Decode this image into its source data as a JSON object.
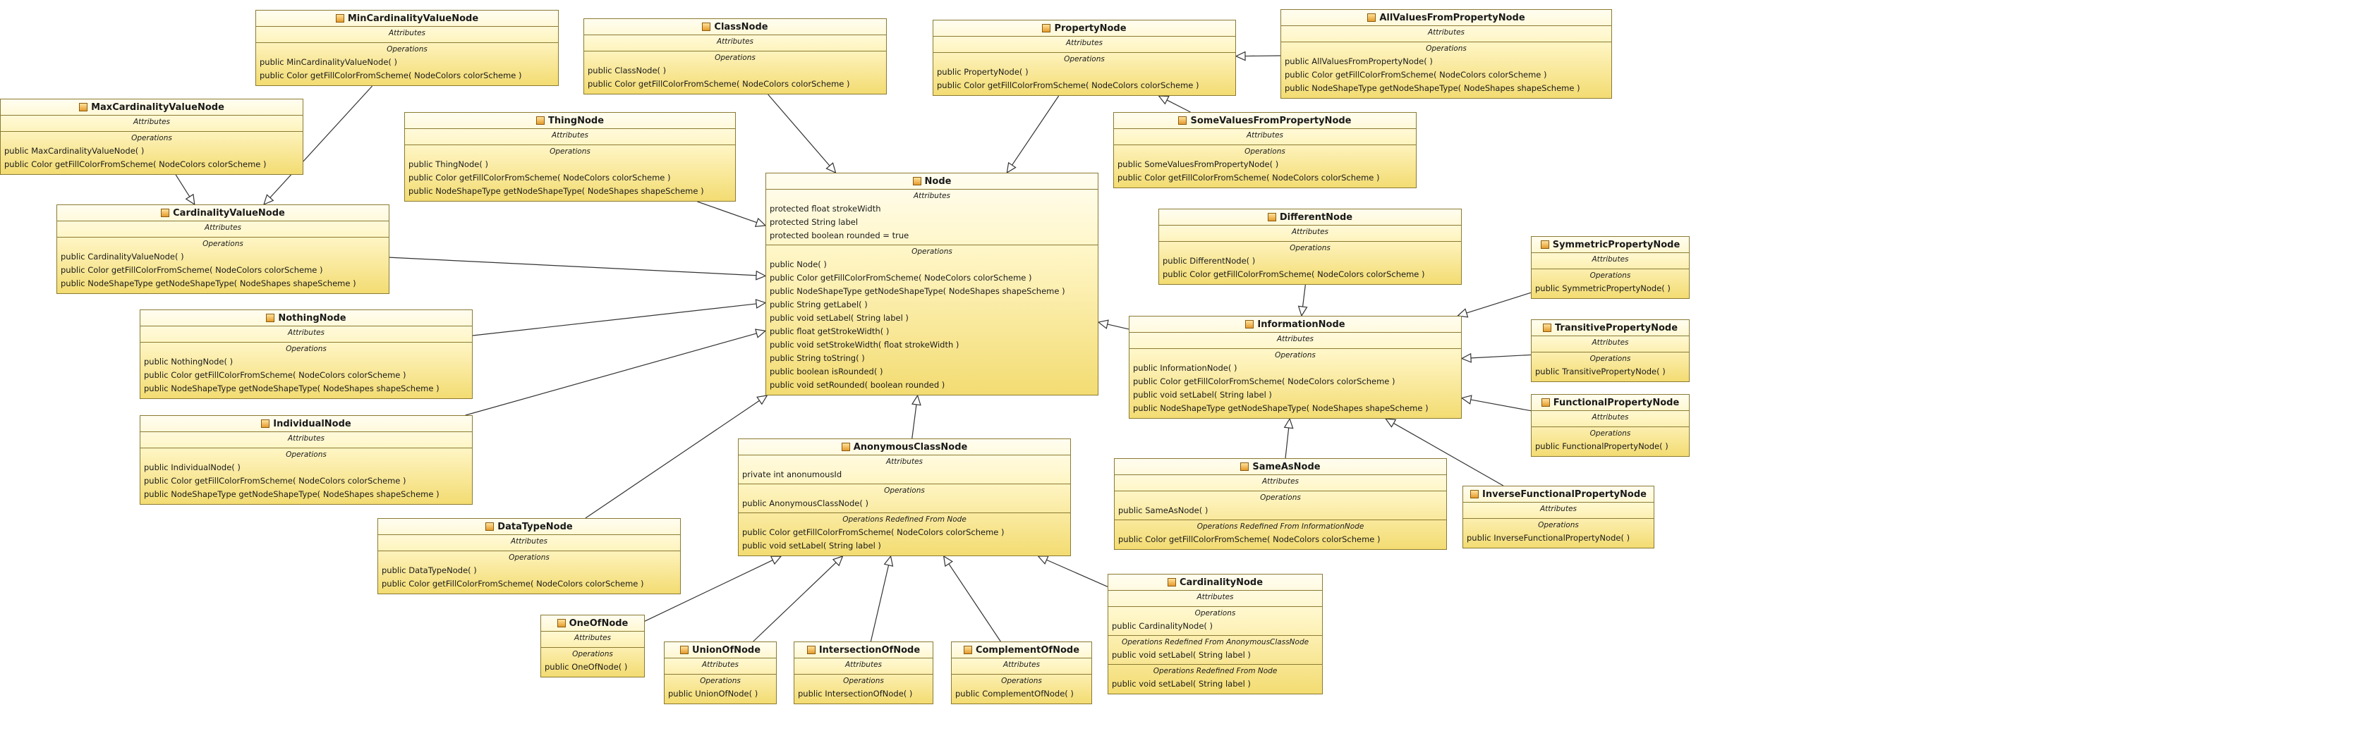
{
  "diagram": {
    "classes": [
      {
        "id": "MinCardinalityValueNode",
        "title": "MinCardinalityValueNode",
        "sections": [
          {
            "caption": "Attributes",
            "lines": []
          },
          {
            "caption": "Operations",
            "lines": [
              "public MinCardinalityValueNode(  )",
              "public Color  getFillColorFromScheme( NodeColors colorScheme )"
            ]
          }
        ]
      },
      {
        "id": "ClassNode",
        "title": "ClassNode",
        "sections": [
          {
            "caption": "Attributes",
            "lines": []
          },
          {
            "caption": "Operations",
            "lines": [
              "public ClassNode(  )",
              "public Color  getFillColorFromScheme( NodeColors colorScheme )"
            ]
          }
        ]
      },
      {
        "id": "PropertyNode",
        "title": "PropertyNode",
        "sections": [
          {
            "caption": "Attributes",
            "lines": []
          },
          {
            "caption": "Operations",
            "lines": [
              "public PropertyNode(  )",
              "public Color  getFillColorFromScheme( NodeColors colorScheme )"
            ]
          }
        ]
      },
      {
        "id": "AllValuesFromPropertyNode",
        "title": "AllValuesFromPropertyNode",
        "sections": [
          {
            "caption": "Attributes",
            "lines": []
          },
          {
            "caption": "Operations",
            "lines": [
              "public AllValuesFromPropertyNode(  )",
              "public Color  getFillColorFromScheme( NodeColors colorScheme )",
              "public NodeShapeType  getNodeShapeType( NodeShapes shapeScheme )"
            ]
          }
        ]
      },
      {
        "id": "MaxCardinalityValueNode",
        "title": "MaxCardinalityValueNode",
        "sections": [
          {
            "caption": "Attributes",
            "lines": []
          },
          {
            "caption": "Operations",
            "lines": [
              "public MaxCardinalityValueNode(  )",
              "public Color  getFillColorFromScheme( NodeColors colorScheme )"
            ]
          }
        ]
      },
      {
        "id": "ThingNode",
        "title": "ThingNode",
        "sections": [
          {
            "caption": "Attributes",
            "lines": []
          },
          {
            "caption": "Operations",
            "lines": [
              "public ThingNode(  )",
              "public Color  getFillColorFromScheme( NodeColors colorScheme )",
              "public NodeShapeType  getNodeShapeType( NodeShapes shapeScheme )"
            ]
          }
        ]
      },
      {
        "id": "SomeValuesFromPropertyNode",
        "title": "SomeValuesFromPropertyNode",
        "sections": [
          {
            "caption": "Attributes",
            "lines": []
          },
          {
            "caption": "Operations",
            "lines": [
              "public SomeValuesFromPropertyNode(  )",
              "public Color  getFillColorFromScheme( NodeColors colorScheme )"
            ]
          }
        ]
      },
      {
        "id": "Node",
        "title": "Node",
        "sections": [
          {
            "caption": "Attributes",
            "lines": [
              "protected float strokeWidth",
              "protected String label",
              "protected boolean rounded = true"
            ]
          },
          {
            "caption": "Operations",
            "lines": [
              "public Node(  )",
              "public Color  getFillColorFromScheme( NodeColors colorScheme )",
              "public NodeShapeType  getNodeShapeType( NodeShapes shapeScheme )",
              "public String  getLabel(  )",
              "public void  setLabel( String label )",
              "public float  getStrokeWidth(  )",
              "public void  setStrokeWidth( float strokeWidth )",
              "public String  toString(  )",
              "public boolean  isRounded(  )",
              "public void  setRounded( boolean rounded )"
            ]
          }
        ]
      },
      {
        "id": "CardinalityValueNode",
        "title": "CardinalityValueNode",
        "sections": [
          {
            "caption": "Attributes",
            "lines": []
          },
          {
            "caption": "Operations",
            "lines": [
              "public CardinalityValueNode(  )",
              "public Color  getFillColorFromScheme( NodeColors colorScheme )",
              "public NodeShapeType  getNodeShapeType( NodeShapes shapeScheme )"
            ]
          }
        ]
      },
      {
        "id": "DifferentNode",
        "title": "DifferentNode",
        "sections": [
          {
            "caption": "Attributes",
            "lines": []
          },
          {
            "caption": "Operations",
            "lines": [
              "public DifferentNode(  )",
              "public Color  getFillColorFromScheme( NodeColors colorScheme )"
            ]
          }
        ]
      },
      {
        "id": "SymmetricPropertyNode",
        "title": "SymmetricPropertyNode",
        "sections": [
          {
            "caption": "Attributes",
            "lines": []
          },
          {
            "caption": "Operations",
            "lines": [
              "public SymmetricPropertyNode(  )"
            ]
          }
        ]
      },
      {
        "id": "NothingNode",
        "title": "NothingNode",
        "sections": [
          {
            "caption": "Attributes",
            "lines": []
          },
          {
            "caption": "Operations",
            "lines": [
              "public NothingNode(  )",
              "public Color  getFillColorFromScheme( NodeColors colorScheme )",
              "public NodeShapeType  getNodeShapeType( NodeShapes shapeScheme )"
            ]
          }
        ]
      },
      {
        "id": "InformationNode",
        "title": "InformationNode",
        "sections": [
          {
            "caption": "Attributes",
            "lines": []
          },
          {
            "caption": "Operations",
            "lines": [
              "public InformationNode(  )",
              "public Color  getFillColorFromScheme( NodeColors colorScheme )",
              "public void  setLabel( String label )",
              "public NodeShapeType  getNodeShapeType( NodeShapes shapeScheme )"
            ]
          }
        ]
      },
      {
        "id": "TransitivePropertyNode",
        "title": "TransitivePropertyNode",
        "sections": [
          {
            "caption": "Attributes",
            "lines": []
          },
          {
            "caption": "Operations",
            "lines": [
              "public TransitivePropertyNode(  )"
            ]
          }
        ]
      },
      {
        "id": "FunctionalPropertyNode",
        "title": "FunctionalPropertyNode",
        "sections": [
          {
            "caption": "Attributes",
            "lines": []
          },
          {
            "caption": "Operations",
            "lines": [
              "public FunctionalPropertyNode(  )"
            ]
          }
        ]
      },
      {
        "id": "IndividualNode",
        "title": "IndividualNode",
        "sections": [
          {
            "caption": "Attributes",
            "lines": []
          },
          {
            "caption": "Operations",
            "lines": [
              "public IndividualNode(  )",
              "public Color  getFillColorFromScheme( NodeColors colorScheme )",
              "public NodeShapeType  getNodeShapeType( NodeShapes shapeScheme )"
            ]
          }
        ]
      },
      {
        "id": "AnonymousClassNode",
        "title": "AnonymousClassNode",
        "sections": [
          {
            "caption": "Attributes",
            "lines": [
              "private int anonumousId"
            ]
          },
          {
            "caption": "Operations",
            "lines": [
              "public AnonymousClassNode(  )"
            ]
          },
          {
            "caption": "Operations Redefined From Node",
            "lines": [
              "public Color  getFillColorFromScheme( NodeColors colorScheme )",
              "public void  setLabel( String label )"
            ]
          }
        ]
      },
      {
        "id": "SameAsNode",
        "title": "SameAsNode",
        "sections": [
          {
            "caption": "Attributes",
            "lines": []
          },
          {
            "caption": "Operations",
            "lines": [
              "public SameAsNode(  )"
            ]
          },
          {
            "caption": "Operations Redefined From InformationNode",
            "lines": [
              "public Color  getFillColorFromScheme( NodeColors colorScheme )"
            ]
          }
        ]
      },
      {
        "id": "InverseFunctionalPropertyNode",
        "title": "InverseFunctionalPropertyNode",
        "sections": [
          {
            "caption": "Attributes",
            "lines": []
          },
          {
            "caption": "Operations",
            "lines": [
              "public InverseFunctionalPropertyNode(  )"
            ]
          }
        ]
      },
      {
        "id": "DataTypeNode",
        "title": "DataTypeNode",
        "sections": [
          {
            "caption": "Attributes",
            "lines": []
          },
          {
            "caption": "Operations",
            "lines": [
              "public DataTypeNode(  )",
              "public Color  getFillColorFromScheme( NodeColors colorScheme )"
            ]
          }
        ]
      },
      {
        "id": "CardinalityNode",
        "title": "CardinalityNode",
        "sections": [
          {
            "caption": "Attributes",
            "lines": []
          },
          {
            "caption": "Operations",
            "lines": [
              "public CardinalityNode(  )"
            ]
          },
          {
            "caption": "Operations Redefined From AnonymousClassNode",
            "lines": [
              "public void  setLabel( String label )"
            ]
          },
          {
            "caption": "Operations Redefined From Node",
            "lines": [
              "public void  setLabel( String label )"
            ]
          }
        ]
      },
      {
        "id": "OneOfNode",
        "title": "OneOfNode",
        "sections": [
          {
            "caption": "Attributes",
            "lines": []
          },
          {
            "caption": "Operations",
            "lines": [
              "public OneOfNode(  )"
            ]
          }
        ]
      },
      {
        "id": "UnionOfNode",
        "title": "UnionOfNode",
        "sections": [
          {
            "caption": "Attributes",
            "lines": []
          },
          {
            "caption": "Operations",
            "lines": [
              "public UnionOfNode(  )"
            ]
          }
        ]
      },
      {
        "id": "IntersectionOfNode",
        "title": "IntersectionOfNode",
        "sections": [
          {
            "caption": "Attributes",
            "lines": []
          },
          {
            "caption": "Operations",
            "lines": [
              "public IntersectionOfNode(  )"
            ]
          }
        ]
      },
      {
        "id": "ComplementOfNode",
        "title": "ComplementOfNode",
        "sections": [
          {
            "caption": "Attributes",
            "lines": []
          },
          {
            "caption": "Operations",
            "lines": [
              "public ComplementOfNode(  )"
            ]
          }
        ]
      }
    ],
    "relations": [
      {
        "from": "MinCardinalityValueNode",
        "to": "CardinalityValueNode"
      },
      {
        "from": "MaxCardinalityValueNode",
        "to": "CardinalityValueNode"
      },
      {
        "from": "ClassNode",
        "to": "Node"
      },
      {
        "from": "PropertyNode",
        "to": "Node"
      },
      {
        "from": "AllValuesFromPropertyNode",
        "to": "PropertyNode"
      },
      {
        "from": "SomeValuesFromPropertyNode",
        "to": "PropertyNode"
      },
      {
        "from": "ThingNode",
        "to": "Node"
      },
      {
        "from": "CardinalityValueNode",
        "to": "Node"
      },
      {
        "from": "NothingNode",
        "to": "Node"
      },
      {
        "from": "IndividualNode",
        "to": "Node"
      },
      {
        "from": "DataTypeNode",
        "to": "Node"
      },
      {
        "from": "AnonymousClassNode",
        "to": "Node"
      },
      {
        "from": "InformationNode",
        "to": "Node"
      },
      {
        "from": "DifferentNode",
        "to": "InformationNode"
      },
      {
        "from": "SymmetricPropertyNode",
        "to": "InformationNode"
      },
      {
        "from": "TransitivePropertyNode",
        "to": "InformationNode"
      },
      {
        "from": "FunctionalPropertyNode",
        "to": "InformationNode"
      },
      {
        "from": "InverseFunctionalPropertyNode",
        "to": "InformationNode"
      },
      {
        "from": "SameAsNode",
        "to": "InformationNode"
      },
      {
        "from": "OneOfNode",
        "to": "AnonymousClassNode"
      },
      {
        "from": "UnionOfNode",
        "to": "AnonymousClassNode"
      },
      {
        "from": "IntersectionOfNode",
        "to": "AnonymousClassNode"
      },
      {
        "from": "ComplementOfNode",
        "to": "AnonymousClassNode"
      },
      {
        "from": "CardinalityNode",
        "to": "AnonymousClassNode"
      }
    ]
  }
}
